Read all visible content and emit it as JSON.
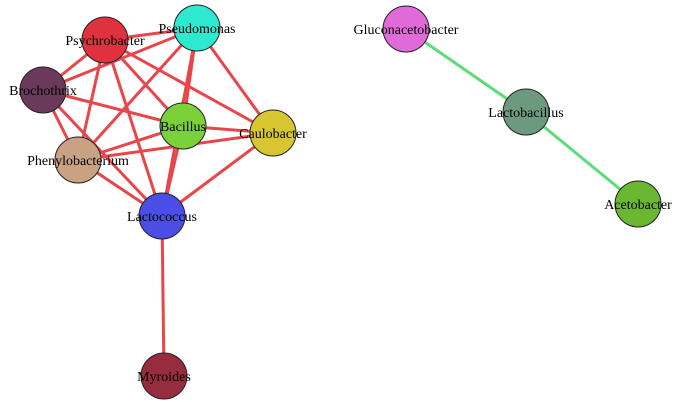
{
  "network": {
    "nodes": [
      {
        "id": "psychrobacter",
        "label": "Psychrobacter",
        "color": "#e0313f"
      },
      {
        "id": "pseudomonas",
        "label": "Pseudomonas",
        "color": "#2ee8d0"
      },
      {
        "id": "brochothrix",
        "label": "Brochothrix",
        "color": "#6b3a5a"
      },
      {
        "id": "bacillus",
        "label": "Bacillus",
        "color": "#7ad13a"
      },
      {
        "id": "caulobacter",
        "label": "Caulobacter",
        "color": "#d8c630"
      },
      {
        "id": "phenylobacterium",
        "label": "Phenylobacterium",
        "color": "#c9a284"
      },
      {
        "id": "lactococcus",
        "label": "Lactococcus",
        "color": "#4a4ee6"
      },
      {
        "id": "myroides",
        "label": "Myroides",
        "color": "#962c3e"
      },
      {
        "id": "gluconacetobacter",
        "label": "Gluconacetobacter",
        "color": "#e06ad8"
      },
      {
        "id": "lactobacillus",
        "label": "Lactobacillus",
        "color": "#6b9a7e"
      },
      {
        "id": "acetobacter",
        "label": "Acetobacter",
        "color": "#6ab832"
      }
    ],
    "edges": [
      {
        "source": "psychrobacter",
        "target": "pseudomonas",
        "sign": "positive"
      },
      {
        "source": "psychrobacter",
        "target": "brochothrix",
        "sign": "positive"
      },
      {
        "source": "psychrobacter",
        "target": "bacillus",
        "sign": "positive"
      },
      {
        "source": "psychrobacter",
        "target": "caulobacter",
        "sign": "positive"
      },
      {
        "source": "psychrobacter",
        "target": "phenylobacterium",
        "sign": "positive"
      },
      {
        "source": "psychrobacter",
        "target": "lactococcus",
        "sign": "positive"
      },
      {
        "source": "pseudomonas",
        "target": "brochothrix",
        "sign": "positive"
      },
      {
        "source": "pseudomonas",
        "target": "bacillus",
        "sign": "positive"
      },
      {
        "source": "pseudomonas",
        "target": "caulobacter",
        "sign": "positive"
      },
      {
        "source": "pseudomonas",
        "target": "phenylobacterium",
        "sign": "positive"
      },
      {
        "source": "pseudomonas",
        "target": "lactococcus",
        "sign": "positive"
      },
      {
        "source": "brochothrix",
        "target": "bacillus",
        "sign": "positive"
      },
      {
        "source": "brochothrix",
        "target": "phenylobacterium",
        "sign": "positive"
      },
      {
        "source": "brochothrix",
        "target": "lactococcus",
        "sign": "positive"
      },
      {
        "source": "bacillus",
        "target": "caulobacter",
        "sign": "positive"
      },
      {
        "source": "bacillus",
        "target": "phenylobacterium",
        "sign": "positive"
      },
      {
        "source": "bacillus",
        "target": "lactococcus",
        "sign": "positive"
      },
      {
        "source": "caulobacter",
        "target": "phenylobacterium",
        "sign": "positive"
      },
      {
        "source": "caulobacter",
        "target": "lactococcus",
        "sign": "positive"
      },
      {
        "source": "phenylobacterium",
        "target": "lactococcus",
        "sign": "positive"
      },
      {
        "source": "lactococcus",
        "target": "myroides",
        "sign": "positive"
      },
      {
        "source": "gluconacetobacter",
        "target": "lactobacillus",
        "sign": "negative"
      },
      {
        "source": "lactobacillus",
        "target": "acetobacter",
        "sign": "negative"
      }
    ],
    "edge_colors": {
      "positive": "#e8464a",
      "negative": "#5fdc7a"
    }
  }
}
